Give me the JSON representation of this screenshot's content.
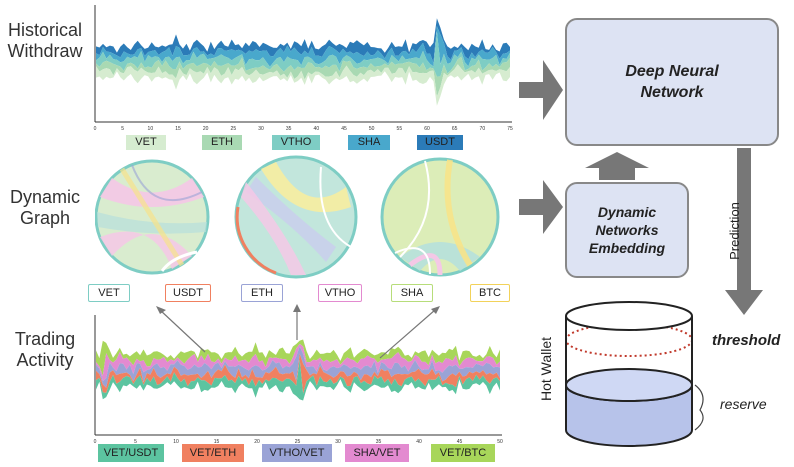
{
  "rows": {
    "historical": "Historical\nWithdraw",
    "dynamic": "Dynamic\nGraph",
    "trading": "Trading\nActivity"
  },
  "historical_legend": [
    {
      "label": "VET",
      "color": "#d6ecd0"
    },
    {
      "label": "ETH",
      "color": "#a9d9b3"
    },
    {
      "label": "VTHO",
      "color": "#7ecdc4"
    },
    {
      "label": "SHA",
      "color": "#49a8cc"
    },
    {
      "label": "USDT",
      "color": "#2b7bb8"
    }
  ],
  "historical_axis": [
    "0",
    "5",
    "10",
    "15",
    "20",
    "25",
    "30",
    "35",
    "40",
    "45",
    "50",
    "55",
    "60",
    "65",
    "70",
    "75"
  ],
  "graph_legend": [
    {
      "label": "VET",
      "color": "#7ecdc4"
    },
    {
      "label": "USDT",
      "color": "#f08060"
    },
    {
      "label": "ETH",
      "color": "#9aa3d6"
    },
    {
      "label": "VTHO",
      "color": "#e38ad0"
    },
    {
      "label": "SHA",
      "color": "#b7dd7a"
    },
    {
      "label": "BTC",
      "color": "#f2d25a"
    }
  ],
  "trading_legend": [
    {
      "label": "VET/USDT",
      "color": "#5cc4a0"
    },
    {
      "label": "VET/ETH",
      "color": "#f08060"
    },
    {
      "label": "VTHO/VET",
      "color": "#9aa3d6"
    },
    {
      "label": "SHA/VET",
      "color": "#e38ad0"
    },
    {
      "label": "VET/BTC",
      "color": "#a8d65a"
    }
  ],
  "trading_axis": [
    "0",
    "5",
    "10",
    "15",
    "20",
    "25",
    "30",
    "35",
    "40",
    "45",
    "50"
  ],
  "boxes": {
    "dnn": "Deep Neural\nNetwork",
    "dne": "Dynamic\nNetworks\nEmbedding"
  },
  "prediction": "Prediction",
  "hot_wallet": "Hot Wallet",
  "threshold": "threshold",
  "reserve": "reserve"
}
